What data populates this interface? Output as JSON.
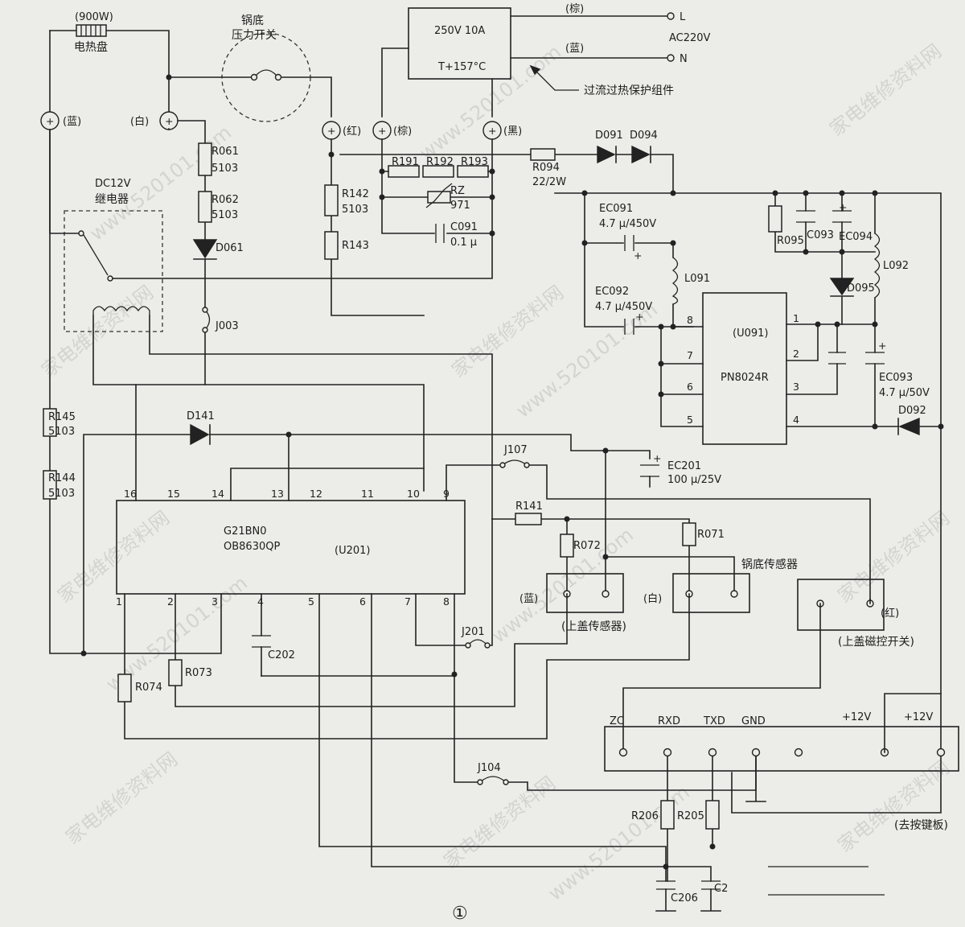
{
  "labels": {
    "heater_power": "(900W)",
    "heater": "电热盘",
    "pressure_switch_1": "锅底",
    "pressure_switch_2": "压力开关",
    "fuse_rating": "250V 10A",
    "fuse_temp": "T+157°C",
    "wire_brown": "(棕)",
    "wire_blue": "(蓝)",
    "terminal_L": "L",
    "terminal_N": "N",
    "ac_input": "AC220V",
    "protector": "过流过热保护组件",
    "blue": "(蓝)",
    "white": "(白)",
    "red": "(红)",
    "brown": "(棕)",
    "black": "(黑)",
    "relay_1": "DC12V",
    "relay_2": "继电器",
    "R061": "R061",
    "R061_val": "5103",
    "R062": "R062",
    "R062_val": "5103",
    "D061": "D061",
    "J003": "J003",
    "R142": "R142",
    "R142_val": "5103",
    "R143": "R143",
    "R191": "R191",
    "R192": "R192",
    "R193": "R193",
    "RZ": "RZ",
    "RZ_val": "971",
    "C091": "C091",
    "C091_val": "0.1 μ",
    "R094": "R094",
    "R094_val": "22/2W",
    "D091": "D091",
    "D094": "D094",
    "EC091": "EC091",
    "EC091_val": "4.7 μ/450V",
    "EC092": "EC092",
    "EC092_val": "4.7 μ/450V",
    "L091": "L091",
    "L092": "L092",
    "R095": "R095",
    "C093": "C093",
    "EC094": "EC094",
    "D095": "D095",
    "U091": "(U091)",
    "PN8024R": "PN8024R",
    "EC093": "EC093",
    "EC093_val": "4.7 μ/50V",
    "D092": "D092",
    "R145": "R145",
    "R145_val": "5103",
    "R144": "R144",
    "R144_val": "5103",
    "D141": "D141",
    "EC201": "EC201",
    "EC201_val": "100 μ/25V",
    "J107": "J107",
    "R141": "R141",
    "R072": "R072",
    "R071": "R071",
    "pot_sensor": "锅底传感器",
    "lid_sensor": "(上盖传感器)",
    "lid_switch": "(上盖磁控开关)",
    "U201_1": "G21BN0",
    "U201_2": "OB8630QP",
    "U201": "(U201)",
    "C202": "C202",
    "R074": "R074",
    "R073": "R073",
    "J201": "J201",
    "J104": "J104",
    "ZC": "ZC",
    "RXD": "RXD",
    "TXD": "TXD",
    "GND": "GND",
    "p12V_1": "+12V",
    "p12V_2": "+12V",
    "R206": "R206",
    "R205": "R205",
    "C206": "C206",
    "C2x": "C2",
    "keyboard": "(去按键板)",
    "fig_number": "①",
    "watermark_url": "www.520101.com",
    "watermark_cn": "家电维修资料网"
  },
  "u201_pins": [
    "16",
    "15",
    "14",
    "13",
    "12",
    "11",
    "10",
    "9",
    "1",
    "2",
    "3",
    "4",
    "5",
    "6",
    "7",
    "8"
  ],
  "u091_pins": [
    "1",
    "2",
    "3",
    "4",
    "8",
    "7",
    "6",
    "5"
  ]
}
